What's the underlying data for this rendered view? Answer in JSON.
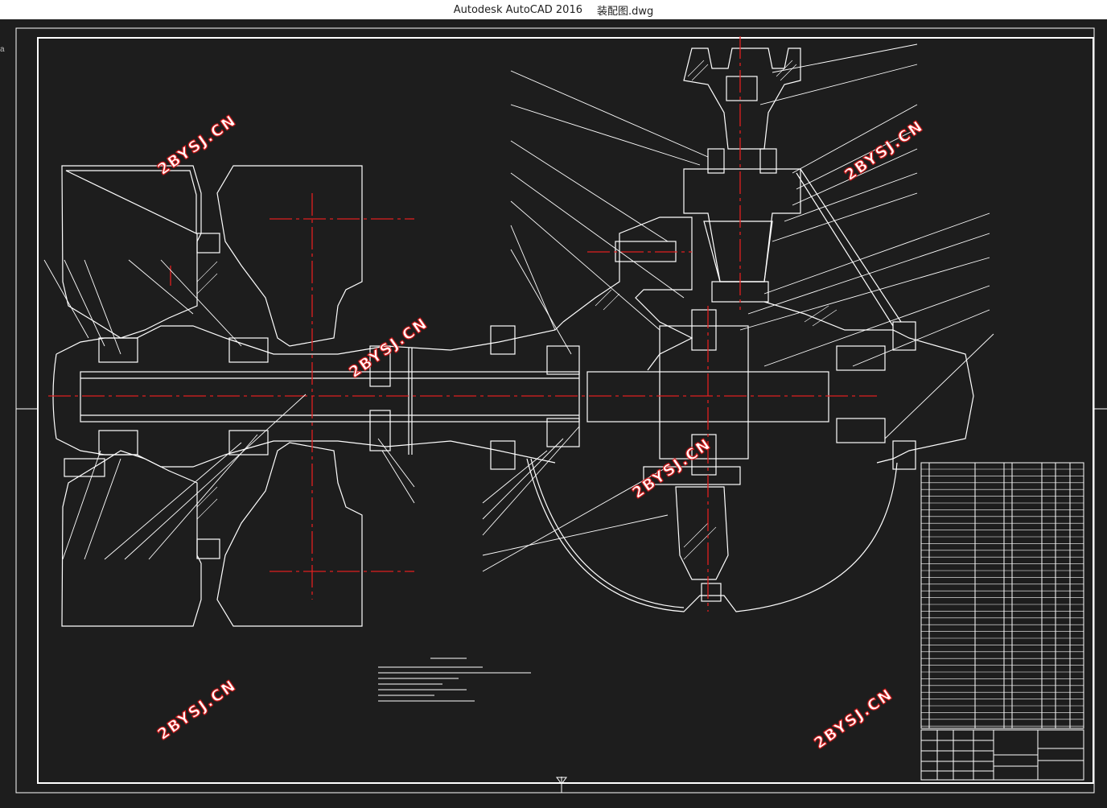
{
  "window": {
    "app_title": "Autodesk AutoCAD 2016",
    "file_name": "装配图.dwg"
  },
  "watermark": {
    "text": "2BYSJ.CN",
    "color": "#e02020"
  },
  "colors": {
    "background": "#1d1d1d",
    "lines": "#ffffff",
    "centerlines": "#e02020"
  },
  "side_mark": "a"
}
